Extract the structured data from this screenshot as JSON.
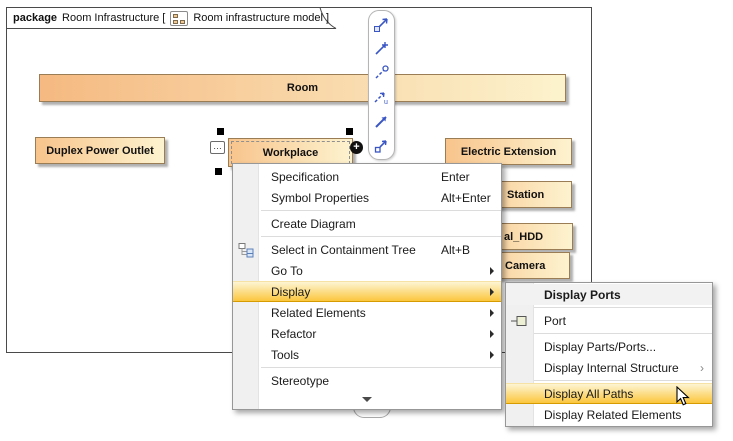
{
  "frame_header": {
    "keyword": "package",
    "package_name": "Room Infrastructure [",
    "diagram_icon": "class-diagram-icon",
    "diagram_name": "Room infrastructure model ]"
  },
  "diagram": {
    "nodes": {
      "room": {
        "label": "Room"
      },
      "duplex_power_outlet": {
        "label": "Duplex Power Outlet"
      },
      "workplace": {
        "label": "Workplace",
        "selected": true
      },
      "electric_extension": {
        "label": "Electric Extension"
      },
      "station": {
        "label": "Station"
      },
      "external_hdd": {
        "label": "al_HDD"
      },
      "camera": {
        "label": "Camera"
      }
    },
    "workplace_controls": {
      "dots_button": "…",
      "plus_button": "+"
    }
  },
  "smart_toolbar": {
    "icons": [
      "new-element-with-link-icon",
      "link-to-new-element-icon",
      "dependency-ball-icon",
      "usage-dependency-icon",
      "association-arrow-icon",
      "directed-link-icon"
    ]
  },
  "context_menu": {
    "items": [
      {
        "label": "Specification",
        "shortcut": "Enter"
      },
      {
        "label": "Symbol Properties",
        "shortcut": "Alt+Enter"
      },
      {
        "type": "separator"
      },
      {
        "label": "Create Diagram"
      },
      {
        "type": "separator"
      },
      {
        "label": "Select in Containment Tree",
        "shortcut": "Alt+B",
        "icon": "containment-tree-icon"
      },
      {
        "label": "Go To",
        "submenu": true
      },
      {
        "label": "Display",
        "submenu": true,
        "highlighted": true
      },
      {
        "label": "Related Elements",
        "submenu": true
      },
      {
        "label": "Refactor",
        "submenu": true
      },
      {
        "label": "Tools",
        "submenu": true
      },
      {
        "type": "separator"
      },
      {
        "label": "Stereotype"
      },
      {
        "type": "scroll-down"
      }
    ]
  },
  "display_submenu": {
    "items": [
      {
        "label": "Display Ports",
        "header": true
      },
      {
        "type": "separator"
      },
      {
        "label": "Port",
        "icon": "port-icon"
      },
      {
        "type": "separator"
      },
      {
        "label": "Display Parts/Ports..."
      },
      {
        "label": "Display Internal Structure",
        "submenu": true
      },
      {
        "type": "separator"
      },
      {
        "label": "Display All Paths",
        "highlighted": true,
        "cursor": true
      },
      {
        "label": "Display Related Elements"
      }
    ]
  },
  "colors": {
    "node_gradient_left": "#f8c48c",
    "node_gradient_right": "#fdf3cf",
    "highlight_top": "#fdf5d3",
    "highlight_bottom": "#fbc63d",
    "highlight_border": "#d69b00",
    "frame_border": "#4a4a4a",
    "toolbar_icon_blue": "#3a56c4"
  }
}
